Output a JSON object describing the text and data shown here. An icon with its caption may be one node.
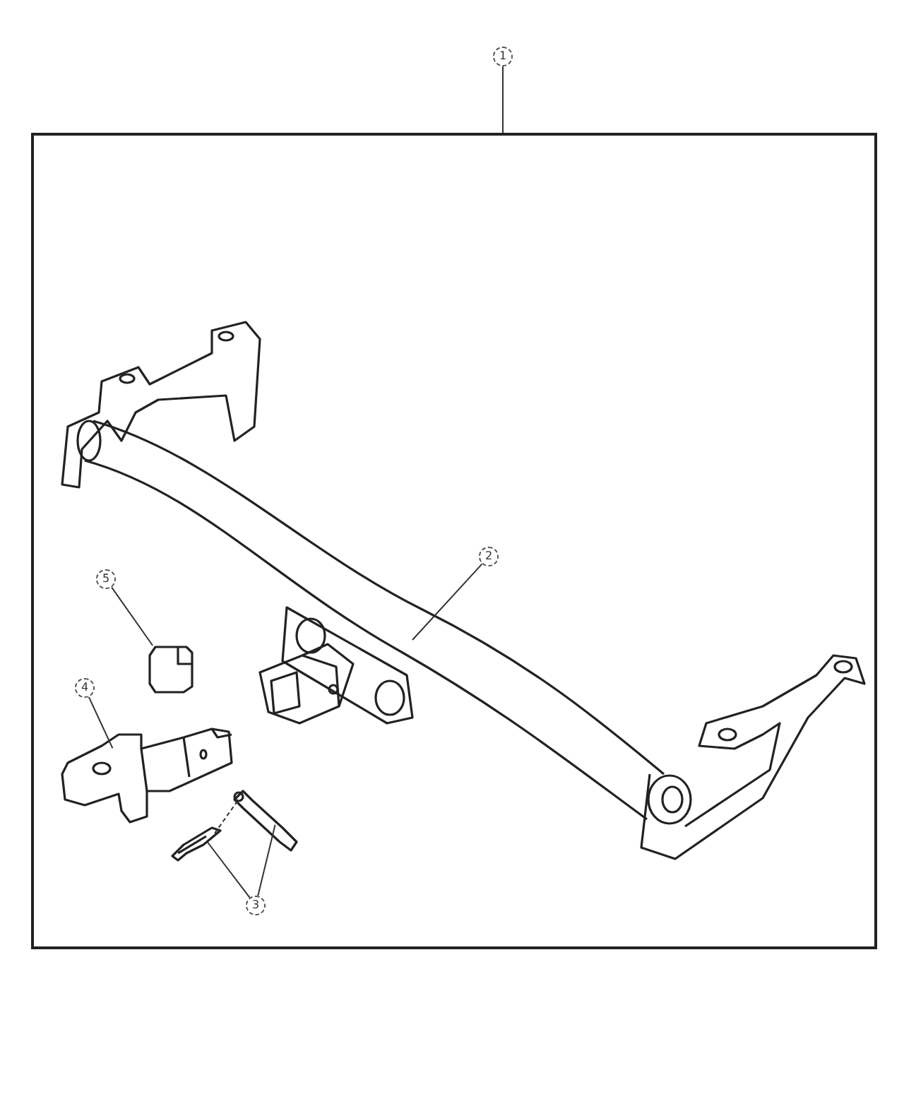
{
  "diagram": {
    "nodes": [
      {
        "text": [
          "1"
        ]
      },
      {
        "text": [],
        "shape": "box"
      },
      {
        "text": [
          "2"
        ],
        "in": 1
      },
      {
        "text": [
          "5"
        ],
        "in": 1
      },
      {
        "text": [],
        "shape": "picture",
        "in": 1
      },
      {
        "text": [
          "4"
        ],
        "in": 1
      },
      {
        "text": [],
        "shape": "picture",
        "in": 1
      },
      {
        "text": [],
        "shape": "picture",
        "in": 1
      },
      {
        "text": [],
        "shape": "picture",
        "in": 1
      },
      {
        "text": [
          "3"
        ],
        "in": 1
      }
    ],
    "edges": [
      {
        "from": 0,
        "to": 1,
        "arrow": "none"
      },
      {
        "from": 2,
        "to": null,
        "arrow": "none"
      },
      {
        "from": 3,
        "to": 4,
        "arrow": "none"
      },
      {
        "from": 5,
        "to": 6,
        "arrow": "none"
      },
      {
        "from": 9,
        "to": 7,
        "arrow": "none"
      },
      {
        "from": 9,
        "to": 8,
        "arrow": "none"
      },
      {
        "from": 8,
        "to": 7,
        "arrow": "none",
        "style": "dashed"
      }
    ]
  }
}
